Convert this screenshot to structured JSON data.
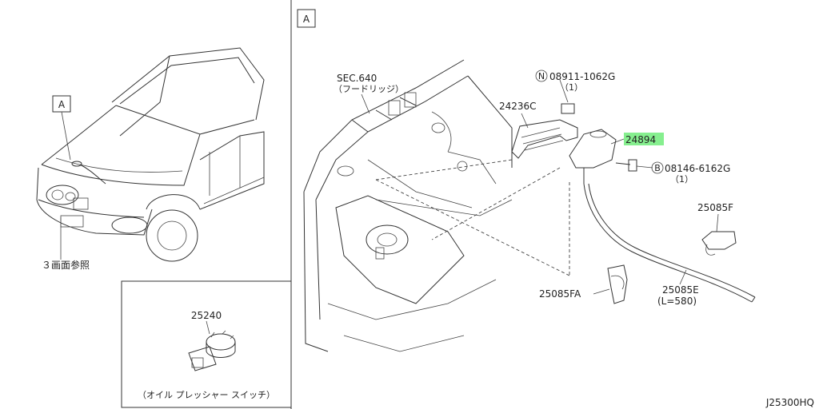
{
  "view_refs": {
    "left": "A",
    "right": "A"
  },
  "left_panel": {
    "see_note": "３画面参照"
  },
  "switch_panel": {
    "part_no": "25240",
    "caption": "（オイル プレッシャー スイッチ）"
  },
  "right_panel": {
    "sec_ref": "SEC.640",
    "sec_sub": "（フードリッジ）",
    "parts": {
      "nut": {
        "prefix": "N",
        "code": "08911-1062G",
        "qty": "（1）"
      },
      "bracket": "24236C",
      "highlighted": "24894",
      "bolt": {
        "prefix": "B",
        "code": "08146-6162G",
        "qty": "（1）"
      },
      "clip_f": "25085F",
      "clip_fa": "25085FA",
      "hose": "25085E",
      "hose_len": "(L=580)"
    },
    "highlight_color": "#86ef8f"
  },
  "diagram_code": "J25300HQ"
}
